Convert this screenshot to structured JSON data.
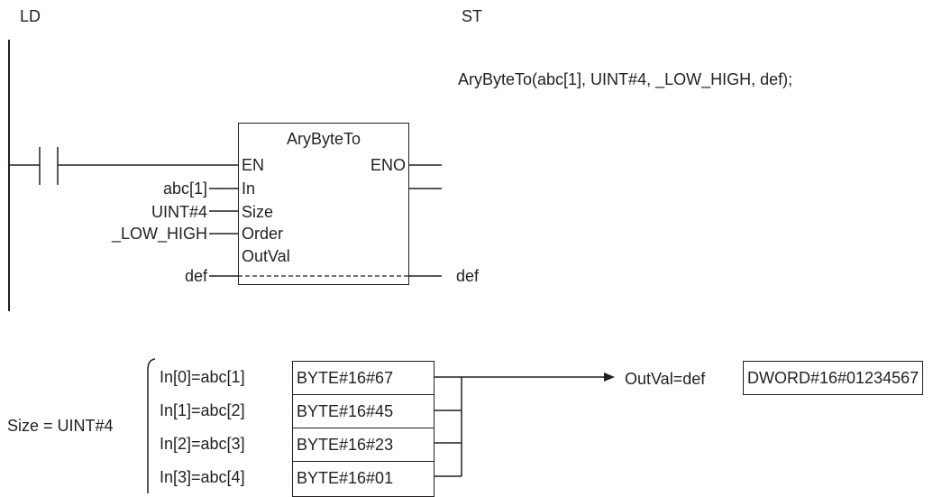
{
  "headers": {
    "ld": "LD",
    "st": "ST"
  },
  "st_code": "AryByteTo(abc[1], UINT#4, _LOW_HIGH, def);",
  "block": {
    "name": "AryByteTo",
    "pins": {
      "en": "EN",
      "eno": "ENO",
      "in": "In",
      "size": "Size",
      "order": "Order",
      "outval": "OutVal"
    },
    "inputs": {
      "in": "abc[1]",
      "size": "UINT#4",
      "order": "_LOW_HIGH",
      "outval": "def"
    },
    "output": "def"
  },
  "example": {
    "size_label": "Size = UINT#4",
    "rows": [
      {
        "label": "In[0]=abc[1]",
        "value": "BYTE#16#67"
      },
      {
        "label": "In[1]=abc[2]",
        "value": "BYTE#16#45"
      },
      {
        "label": "In[2]=abc[3]",
        "value": "BYTE#16#23"
      },
      {
        "label": "In[3]=abc[4]",
        "value": "BYTE#16#01"
      }
    ],
    "outval_label": "OutVal=def",
    "outval_value": "DWORD#16#01234567"
  }
}
